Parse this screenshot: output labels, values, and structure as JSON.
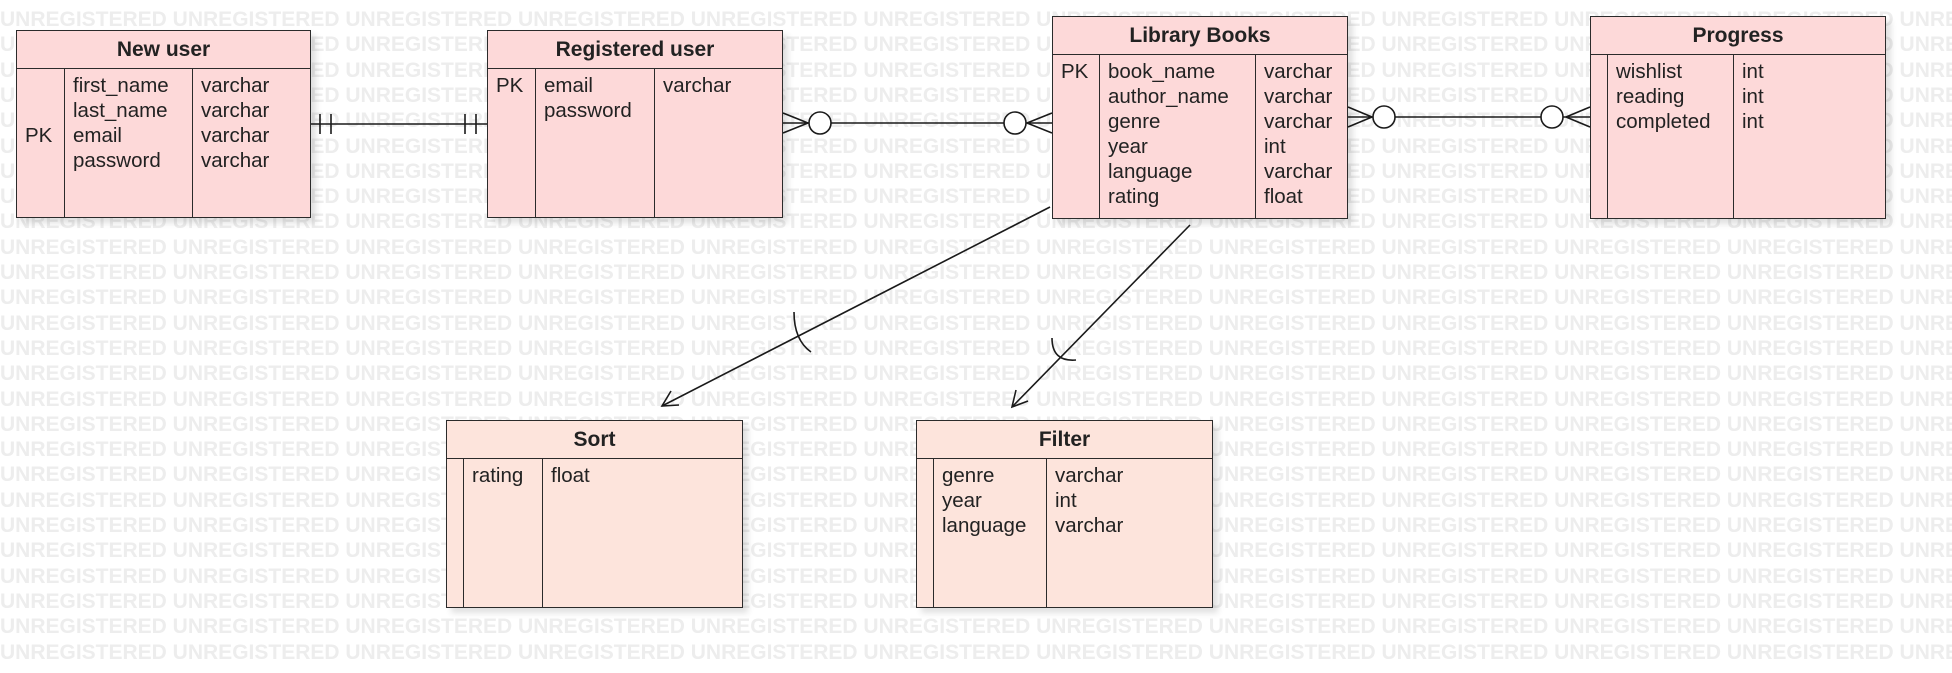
{
  "watermark_text": "UNREGISTERED",
  "entities": {
    "new_user": {
      "title": "New user",
      "key": "PK",
      "fields": [
        "first_name",
        "last_name",
        "email",
        "password"
      ],
      "types": [
        "varchar",
        "varchar",
        "varchar",
        "varchar"
      ]
    },
    "registered_user": {
      "title": "Registered user",
      "key": "PK",
      "fields": [
        "email",
        "password"
      ],
      "types": [
        "varchar"
      ]
    },
    "library_books": {
      "title": "Library Books",
      "key": "PK",
      "fields": [
        "book_name",
        "author_name",
        "genre",
        "year",
        "language",
        "rating"
      ],
      "types": [
        "varchar",
        "varchar",
        "varchar",
        "int",
        "varchar",
        "float"
      ]
    },
    "progress": {
      "title": "Progress",
      "fields": [
        "wishlist",
        "reading",
        "completed"
      ],
      "types": [
        "int",
        "int",
        "int"
      ]
    },
    "sort": {
      "title": "Sort",
      "fields": [
        "rating"
      ],
      "types": [
        "float"
      ]
    },
    "filter": {
      "title": "Filter",
      "fields": [
        "genre",
        "year",
        "language"
      ],
      "types": [
        "varchar",
        "int",
        "varchar"
      ]
    }
  },
  "colors": {
    "entity_fill": "#fdd9d9",
    "entity_fill_light": "#fde4dc",
    "line": "#1a1a1a",
    "watermark": "#ededed"
  }
}
